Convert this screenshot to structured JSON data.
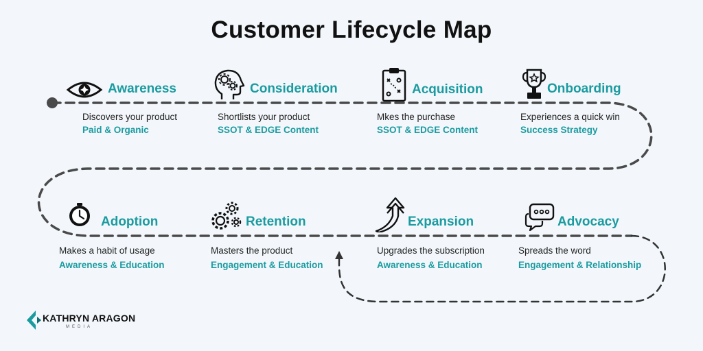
{
  "title": "Customer Lifecycle Map",
  "stages": [
    {
      "name": "Awareness",
      "description": "Discovers your product",
      "tactic": "Paid & Organic",
      "icon": "eye-icon"
    },
    {
      "name": "Consideration",
      "description": "Shortlists your product",
      "tactic": "SSOT & EDGE Content",
      "icon": "head-gears-icon"
    },
    {
      "name": "Acquisition",
      "description": "Mkes the purchase",
      "tactic": "SSOT & EDGE Content",
      "icon": "clipboard-strategy-icon"
    },
    {
      "name": "Onboarding",
      "description": "Experiences a quick win",
      "tactic": "Success Strategy",
      "icon": "trophy-icon"
    },
    {
      "name": "Adoption",
      "description": "Makes a habit of usage",
      "tactic": "Awareness & Education",
      "icon": "clock-icon"
    },
    {
      "name": "Retention",
      "description": "Masters the product",
      "tactic": "Engagement & Education",
      "icon": "gears-icon"
    },
    {
      "name": "Expansion",
      "description": "Upgrades the subscription",
      "tactic": "Awareness & Education",
      "icon": "growth-arrow-icon"
    },
    {
      "name": "Advocacy",
      "description": "Spreads the word",
      "tactic": "Engagement & Relationship",
      "icon": "speech-bubbles-icon"
    }
  ],
  "logo": {
    "name": "KATHRYN ARAGON",
    "subtitle": "MEDIA"
  },
  "colors": {
    "accent": "#1a9ba0",
    "path": "#4a4a4a",
    "title": "#111111"
  }
}
